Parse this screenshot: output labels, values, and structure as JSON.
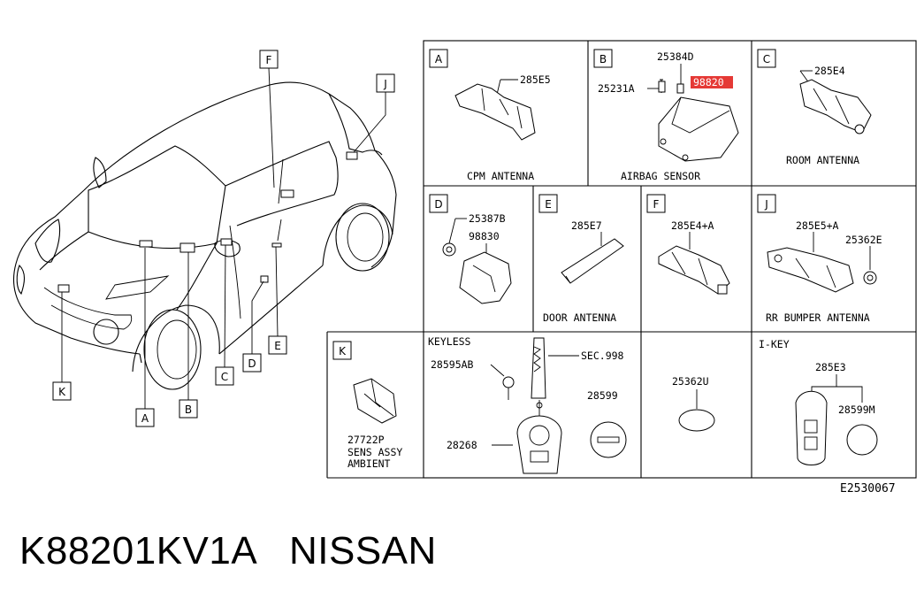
{
  "panels": {
    "A": {
      "letter": "A",
      "part": "285E5",
      "caption": "CPM ANTENNA"
    },
    "B": {
      "letter": "B",
      "parts": [
        "25384D",
        "25231A",
        "98820"
      ],
      "caption": "AIRBAG SENSOR"
    },
    "C": {
      "letter": "C",
      "part": "285E4",
      "caption": "ROOM ANTENNA"
    },
    "D": {
      "letter": "D",
      "parts": [
        "25387B",
        "98830"
      ]
    },
    "E": {
      "letter": "E",
      "part": "285E7",
      "caption": "DOOR ANTENNA"
    },
    "F": {
      "letter": "F",
      "part": "285E4+A"
    },
    "J": {
      "letter": "J",
      "parts": [
        "285E5+A",
        "25362E"
      ],
      "caption": "RR  BUMPER ANTENNA"
    },
    "K": {
      "letter": "K",
      "part": "27722P",
      "caption_lines": [
        "SENS ASSY",
        "AMBIENT"
      ]
    },
    "keyless": {
      "heading": "KEYLESS",
      "parts": [
        "28595AB",
        "SEC.998",
        "28599",
        "28268"
      ]
    },
    "p25362u": {
      "part": "25362U"
    },
    "ikey": {
      "heading": "I-KEY",
      "parts": [
        "285E3",
        "28599M"
      ]
    }
  },
  "car_callouts": [
    "F",
    "J",
    "K",
    "A",
    "B",
    "C",
    "D",
    "E"
  ],
  "highlight_color": "#e53935",
  "diagram_code": "E2530067",
  "footer": {
    "part_number": "K88201KV1A",
    "brand": "NISSAN"
  }
}
